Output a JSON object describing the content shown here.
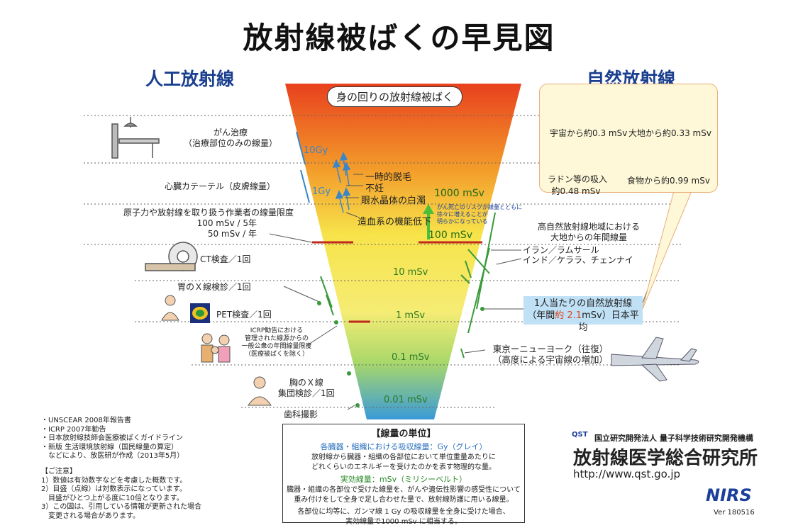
{
  "title": "放射線被ばくの早見図",
  "left_heading": "人工放射線",
  "right_heading": "自然放射線",
  "funnel_title": "身の回りの放射線被ばく",
  "scale": {
    "sv_10gy": "10Gy",
    "sv_1gy": "1Gy",
    "ms_1000": "1000 mSv",
    "ms_100": "100 mSv",
    "ms_10": "10 mSv",
    "ms_1": "1 mSv",
    "ms_01": "0.1 mSv",
    "ms_001": "0.01 mSv"
  },
  "effects": {
    "e1": "一時的脱毛",
    "e2": "不妊",
    "e3": "眼水晶体の白濁",
    "e4": "造血系の機能低下"
  },
  "cancer_note": {
    "l1": "がん死亡のリスクが線量とともに",
    "l2": "徐々に増えることが",
    "l3": "明らかになっている"
  },
  "left_labels": {
    "cancer_l1": "がん治療",
    "cancer_l2": "（治療部位のみの線量）",
    "cardiac": "心臓カテーテル（皮膚線量）",
    "worker_l1": "原子力や放射線を取り扱う作業者の線量限度",
    "worker_l2": "100 mSv / 5年",
    "worker_l3": "50 mSv / 年",
    "ct": "CT検査／1回",
    "stomach": "胃のＸ線検診／1回",
    "pet": "PET検査／1回",
    "icrp_l1": "ICRP勧告における",
    "icrp_l2": "管理された線源からの",
    "icrp_l3": "一般公衆の年間線量限度",
    "icrp_l4": "（医療被ばくを除く）",
    "chest_l1": "胸のＸ線",
    "chest_l2": "集団検診／1回",
    "dental": "歯科撮影"
  },
  "right_labels": {
    "high_l1": "高自然放射線地域における",
    "high_l2": "大地からの年間線量",
    "iran": "イラン／ラムサール",
    "india": "インド／ケララ、チェンナイ",
    "avg_l1": "1人当たりの自然放射線",
    "avg_l2a": "（年間",
    "avg_l2b": "約 2.1",
    "avg_l2c": "mSv）日本平均",
    "flight_l1": "東京ーニューヨーク（往復）",
    "flight_l2": "（高度による宇宙線の増加）"
  },
  "natural": {
    "space": "宇宙から約0.3 mSv",
    "ground": "大地から約0.33 mSv",
    "radon_l1": "ラドン等の吸入",
    "radon_l2": "約0.48 mSv",
    "food": "食物から約0.99 mSv"
  },
  "units": {
    "header": "【線量の単位】",
    "gy_title": "各臓器・組織における吸収線量：Gy（グレイ）",
    "gy_d1": "放射線から臓器・組織の各部位において単位重量あたりに",
    "gy_d2": "どれくらいのエネルギーを受けたのかを表す物理的な量。",
    "sv_title": "実効線量：mSv（ミリシーベルト）",
    "sv_d1": "臓器・組織の各部位で受けた線量を、がんや遺伝性影響の感受性について",
    "sv_d2": "重み付けをして全身で足し合わせた量で、放射線防護に用いる線量。",
    "ex_d1": "各部位に均等に、ガンマ線 1 Gy の吸収線量を全身に受けた場合、",
    "ex_d2": "実効線量で1000 mSv に相当する。"
  },
  "references": [
    "・UNSCEAR 2008年報告書",
    "・ICRP 2007年勧告",
    "・日本放射線技師会医療被ばくガイドライン",
    "・新版 生活環境放射線（国民線量の算定）",
    "　などにより、放医研が作成（2013年5月）"
  ],
  "notes": [
    "【ご注意】",
    "1）数値は有効数字などを考慮した概数です。",
    "2）目盛（点線）は対数表示になっています。",
    "　目盛がひとつ上がる度に10倍となります。",
    "3）この図は、引用している情報が更新された場合",
    "　変更される場合があります。"
  ],
  "org": {
    "small": "国立研究開発法人 量子科学技術研究開発機構",
    "qst": "QST",
    "big": "放射線医学総合研究所",
    "url": "http://www.qst.go.jp",
    "nirs": "NIRS",
    "version": "Ver 180516"
  },
  "colors": {
    "heading_blue": "#1a3f8f",
    "scale_green": "#2d7a24",
    "marker_red": "#c0281c",
    "avg_box": "#bfe0f5"
  }
}
